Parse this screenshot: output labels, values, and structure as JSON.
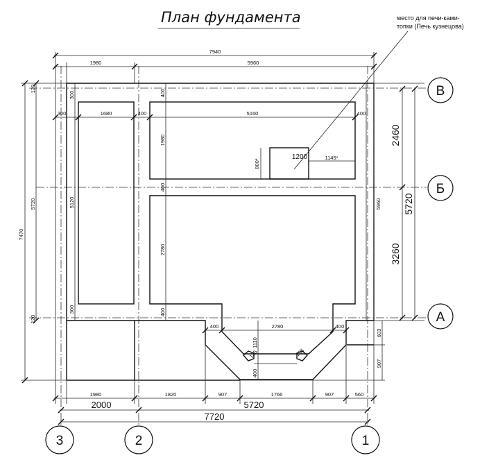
{
  "title": "План  фундамента",
  "note": {
    "line1": "место для печи-ками-",
    "line2": "топки (Печь кузнецова)"
  },
  "axes": {
    "V": "В",
    "B": "Б",
    "A": "А",
    "n3": "3",
    "n2": "2",
    "n1": "1"
  },
  "dims": {
    "overall_top": "7940",
    "top_left": "1980",
    "top_right": "5960",
    "row_300a": "300",
    "row_1680": "1680",
    "row_400a": "400",
    "row_5160": "5160",
    "row_400b": "400",
    "v_120_top": "120",
    "v_300_top": "300",
    "v_400_top": "400",
    "v_1980": "1980",
    "v_800": "800*",
    "stove_1200": "1200",
    "stove_1145": "1145*",
    "v_400_mid": "400",
    "v_5120": "5120",
    "v_2780": "2780",
    "v_300_bot": "300",
    "v_400_bot": "400",
    "v_120_bot": "120",
    "left_5720": "5720",
    "left_7470": "7470",
    "right_5960": "5960",
    "right_2460": "2460",
    "right_3260": "3260",
    "right_5720": "5720",
    "right_603": "603",
    "right_907": "907",
    "porch_400a": "400",
    "porch_2780": "2780",
    "porch_400b": "400",
    "porch_1110": "1110",
    "porch_135a": "135",
    "porch_135b": "135",
    "porch_400c": "400",
    "bot_1980": "1980",
    "bot_1820": "1820",
    "bot_907a": "907",
    "bot_1766": "1766",
    "bot_907b": "907",
    "bot_560": "560",
    "bot_2000": "2000",
    "bot_5720": "5720",
    "bot_7720": "7720"
  }
}
